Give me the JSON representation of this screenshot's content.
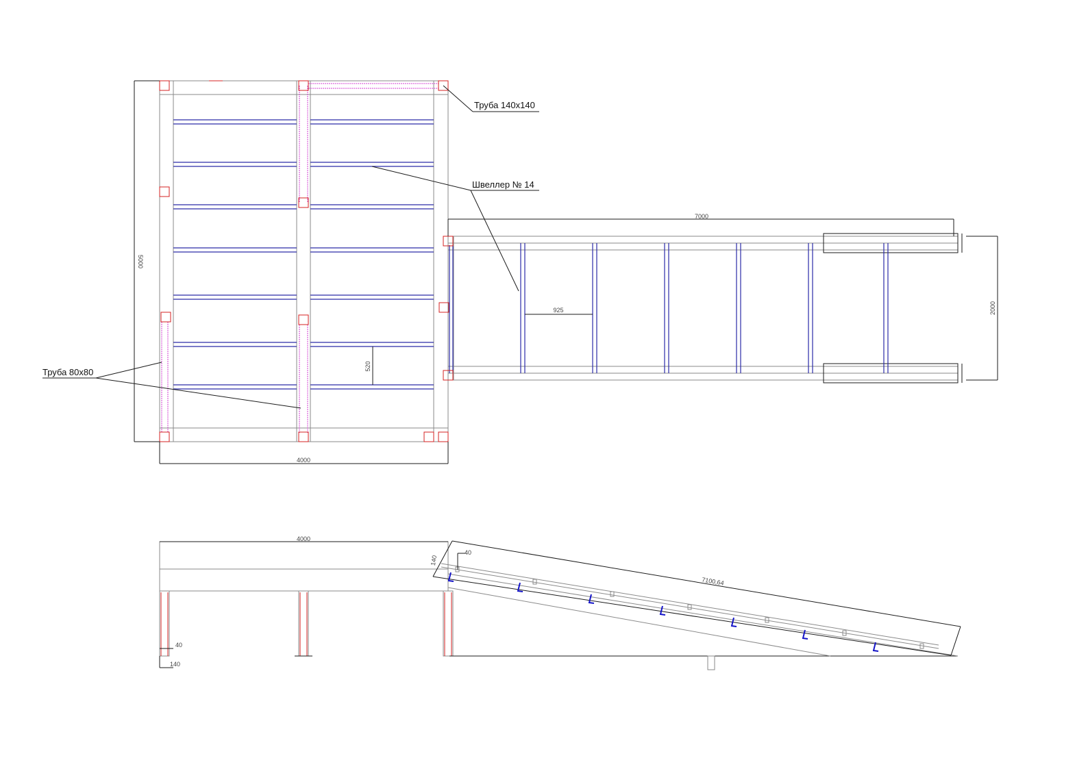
{
  "callouts": {
    "pipe_140": "Труба 140х140",
    "channel_14": "Швеллер № 14",
    "pipe_80": "Труба 80х80"
  },
  "dimensions": {
    "plan_height": "5000",
    "plan_width": "4000",
    "beam_spacing_plan": "520",
    "ramp_length": "7000",
    "ramp_width": "2000",
    "ramp_beam_spacing": "925",
    "side_width": "4000",
    "slope_length": "7100,64",
    "post_cap": "40",
    "post_size": "140",
    "ramp_cap": "40",
    "ramp_profile": "140"
  },
  "colors": {
    "outline": "#8a8a8a",
    "channel": "#2a2aa8",
    "post": "#d42020",
    "pipe80": "#d23fd2"
  }
}
